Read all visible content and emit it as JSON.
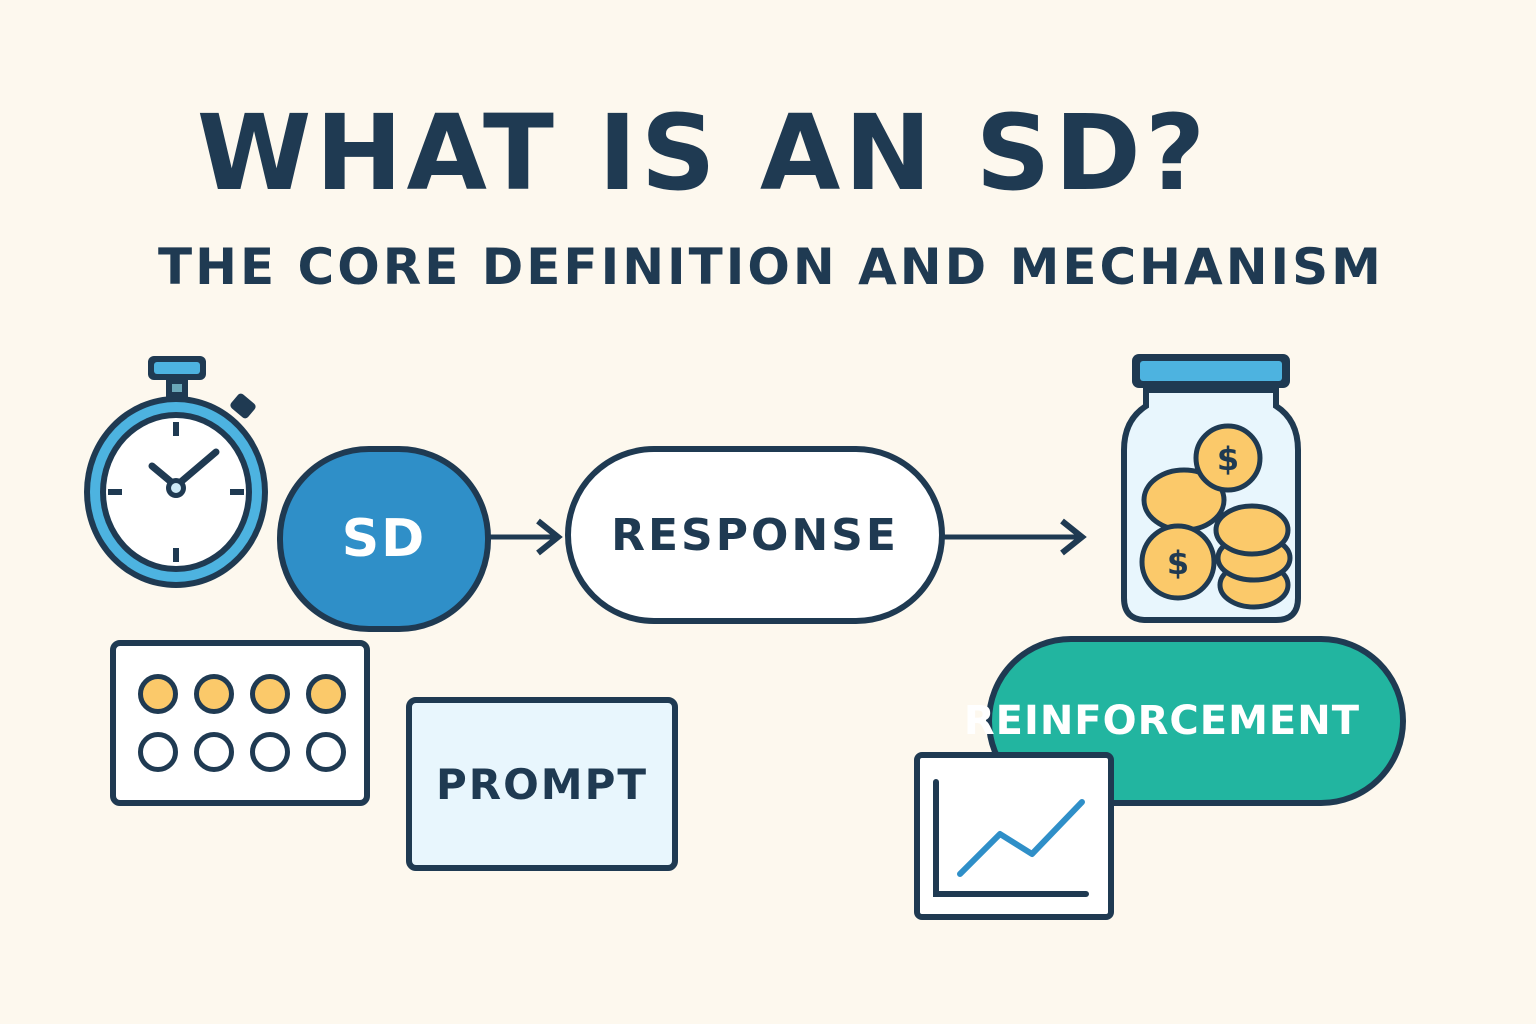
{
  "header": {
    "title": "WHAT IS AN SD?",
    "subtitle": "THE CORE DEFINITION AND MECHANISM"
  },
  "flow": {
    "nodes": [
      {
        "id": "sd",
        "label": "SD",
        "color": "#2f8fc8"
      },
      {
        "id": "response",
        "label": "RESPONSE",
        "color": "#ffffff"
      },
      {
        "id": "reinforcement",
        "label": "REINFORCEMENT",
        "color": "#22b5a0"
      }
    ],
    "arrows": [
      {
        "from": "sd",
        "to": "response"
      },
      {
        "from": "response",
        "to": "reinforcement"
      }
    ]
  },
  "prompt": {
    "label": "PROMPT",
    "color": "#e8f6fd"
  },
  "token_board": {
    "filled": 4,
    "empty": 4,
    "filled_color": "#fbc96a"
  },
  "icons": {
    "stopwatch": "stopwatch-icon",
    "coin_jar": "coin-jar-icon",
    "line_chart": "line-chart-icon",
    "token_board": "token-board-icon"
  },
  "colors": {
    "background": "#fdf8ee",
    "outline": "#1f3a52",
    "accent_blue": "#2f8fc8",
    "light_blue": "#4db3e0",
    "teal": "#22b5a0",
    "gold": "#fbc96a"
  }
}
